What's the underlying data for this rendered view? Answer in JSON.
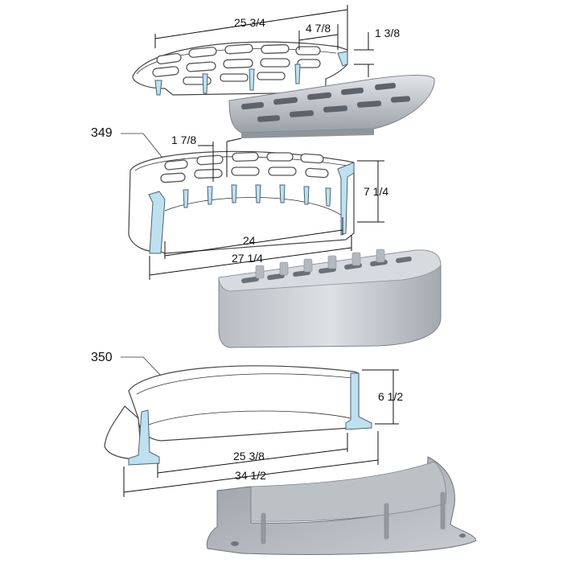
{
  "part_labels": {
    "frame_grate": "349",
    "ring": "350"
  },
  "grate_dimensions": {
    "width": "25 3/4",
    "slot_pitch": "4 7/8",
    "thickness": "1 3/8"
  },
  "frame_dimensions": {
    "slot_width": "1 7/8",
    "height": "7 1/4",
    "inner_width": "24",
    "outer_width": "27 1/4"
  },
  "ring_dimensions": {
    "height": "6 1/2",
    "inner_width": "25 3/8",
    "outer_width": "34 1/2"
  },
  "colors": {
    "section_fill": "#bfe0ee",
    "render_light": "#d4d8dd",
    "render_dark": "#8f959c"
  }
}
